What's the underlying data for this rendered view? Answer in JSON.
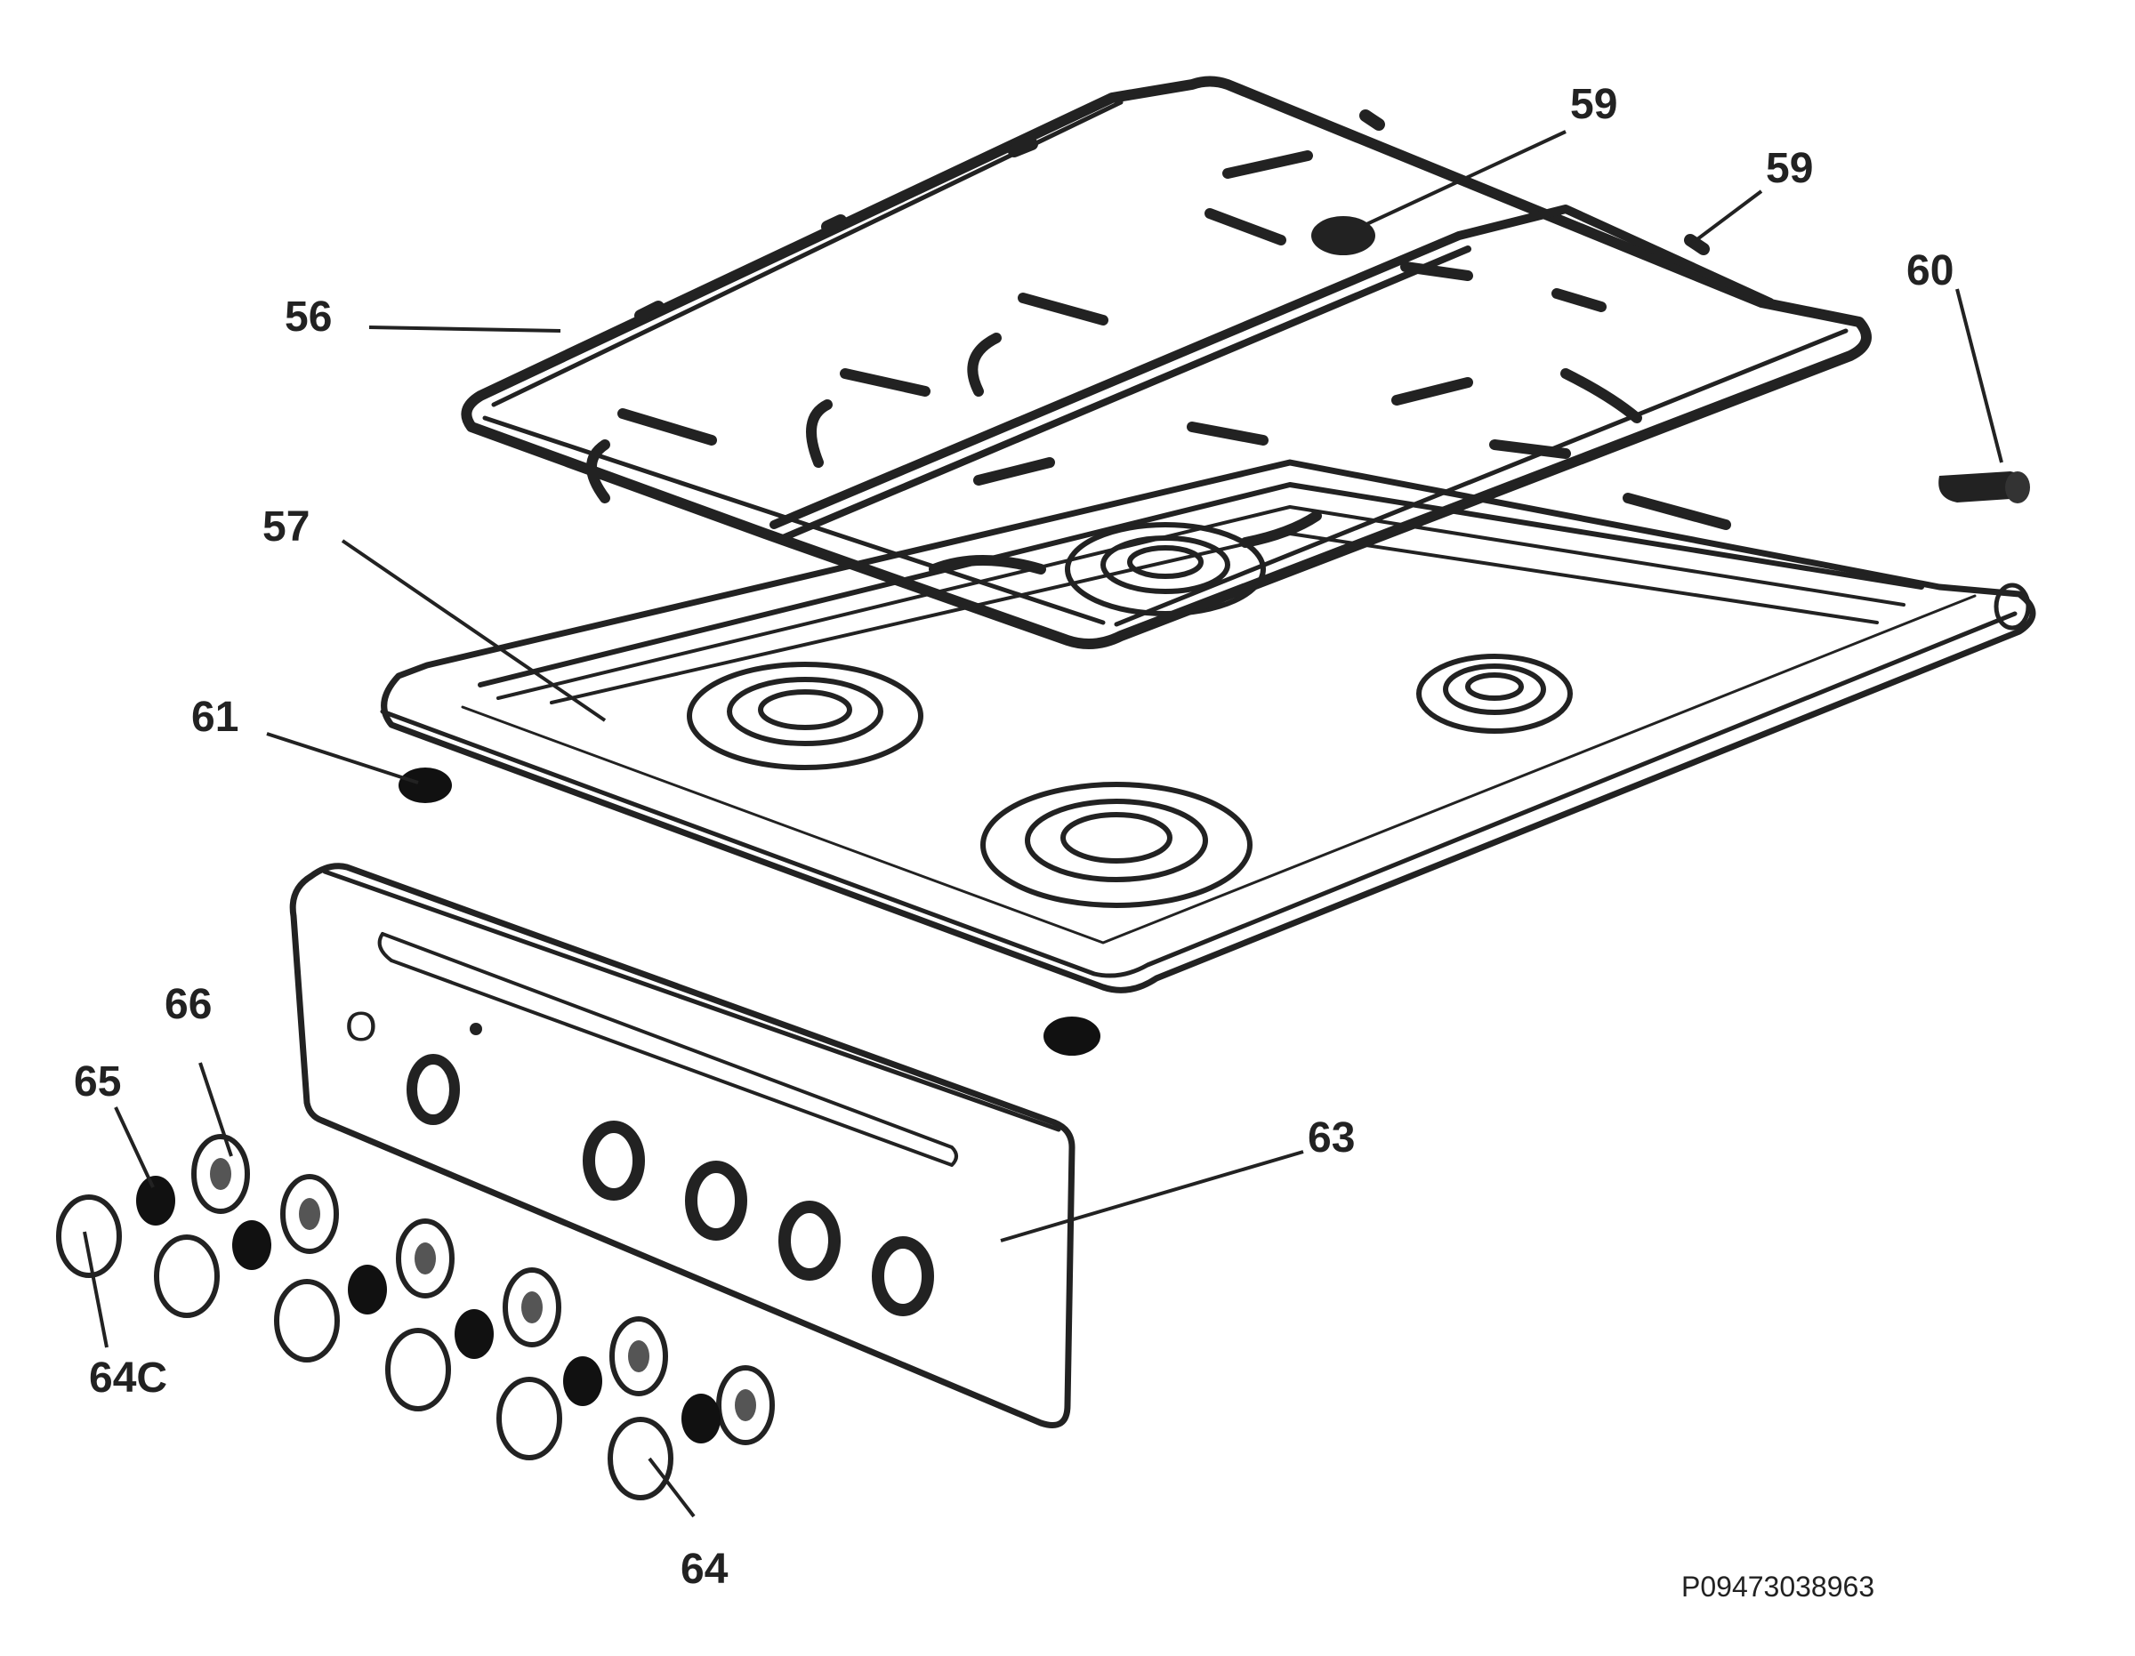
{
  "labels": {
    "grate": "56",
    "hob_top": "57",
    "grate_foot": "59",
    "clip": "60",
    "front_foot": "61",
    "control_panel": "63",
    "knob": "64",
    "knob_c": "64C",
    "knob_ring": "65",
    "knob_bezel": "66",
    "panel_symbol": "O"
  },
  "reference_code": "P09473038963",
  "colors": {
    "ink": "#222222",
    "background": "#ffffff",
    "shadow": "#111111"
  }
}
